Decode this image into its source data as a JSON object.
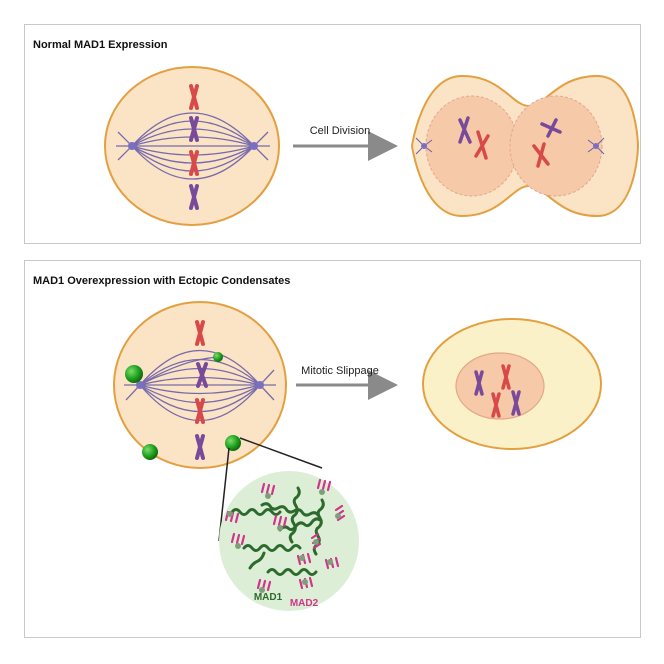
{
  "panels": [
    {
      "title": "Normal MAD1 Expression",
      "arrow_label": "Cell Division"
    },
    {
      "title": "MAD1 Overexpression with Ectopic Condensates",
      "arrow_label": "Mitotic Slippage"
    }
  ],
  "inset_labels": {
    "mad1": "MAD1",
    "mad2": "MAD2"
  },
  "colors": {
    "cell_fill": "#fbe3c6",
    "cell_border": "#e3a040",
    "nucleus_fill": "#f6c9a8",
    "interphase_fill": "#fbf1c8",
    "spindle": "#6a5ea8",
    "chromosome_red": "#d84a4a",
    "chromosome_purple": "#7a4a9a",
    "condensate_green": "#1e9e1e",
    "inset_fill": "#dcefd6",
    "mad1_color": "#2d6a2d",
    "mad2_color": "#d0358c",
    "arrow": "#8a8a8a"
  }
}
